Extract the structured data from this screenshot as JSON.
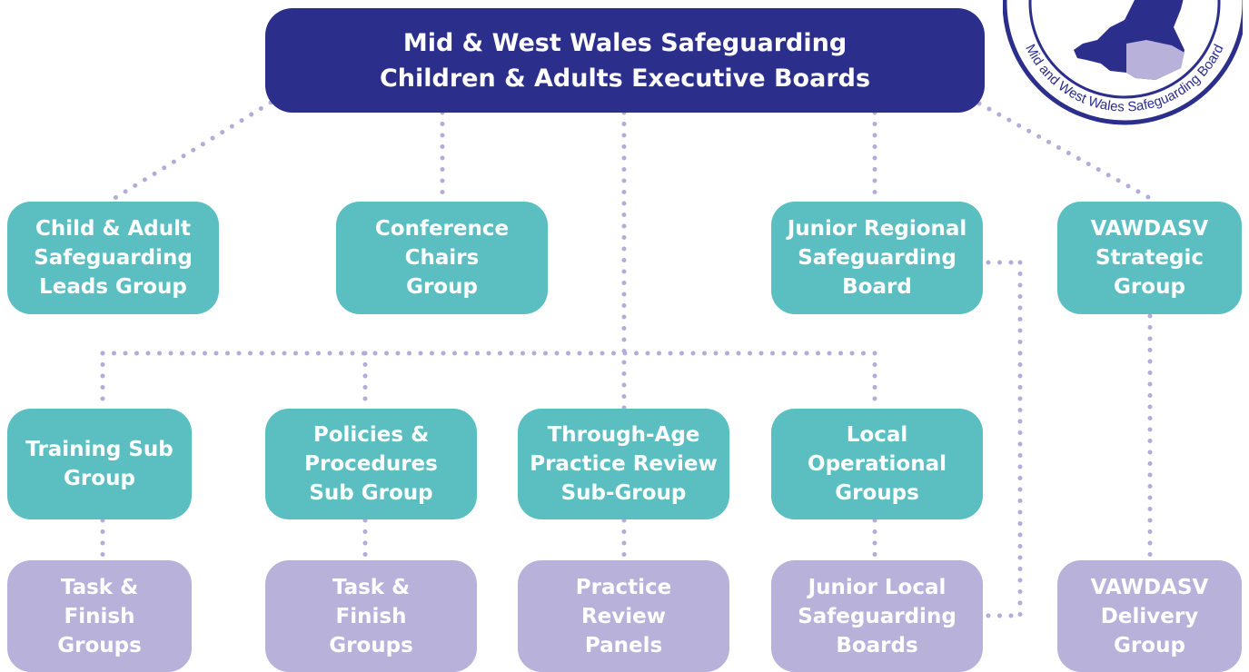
{
  "top": {
    "line1": "Mid & West Wales Safeguarding",
    "line2": "Children & Adults Executive Boards"
  },
  "logo": {
    "ring_text": "Mid and West Wales Safeguarding Board"
  },
  "row1": [
    {
      "lines": [
        "Child & Adult",
        "Safeguarding",
        "Leads Group"
      ]
    },
    {
      "lines": [
        "Conference",
        "Chairs",
        "Group"
      ]
    },
    {
      "lines": [
        "Junior Regional",
        "Safeguarding",
        "Board"
      ]
    },
    {
      "lines": [
        "VAWDASV",
        "Strategic",
        "Group"
      ]
    }
  ],
  "row2": [
    {
      "lines": [
        "Training Sub",
        "Group"
      ]
    },
    {
      "lines": [
        "Policies &",
        "Procedures",
        "Sub Group"
      ]
    },
    {
      "lines": [
        "Through-Age",
        "Practice Review",
        "Sub-Group"
      ]
    },
    {
      "lines": [
        "Local",
        "Operational",
        "Groups"
      ]
    }
  ],
  "row3": [
    {
      "lines": [
        "Task &",
        "Finish",
        "Groups"
      ]
    },
    {
      "lines": [
        "Task &",
        "Finish",
        "Groups"
      ]
    },
    {
      "lines": [
        "Practice",
        "Review",
        "Panels"
      ]
    },
    {
      "lines": [
        "Junior Local",
        "Safeguarding",
        "Boards"
      ]
    },
    {
      "lines": [
        "VAWDASV",
        "Delivery",
        "Group"
      ]
    }
  ],
  "colors": {
    "navy": "#2b2e8a",
    "teal": "#5bbfc2",
    "lavender": "#b8b1da",
    "connector": "#b2acd8"
  }
}
